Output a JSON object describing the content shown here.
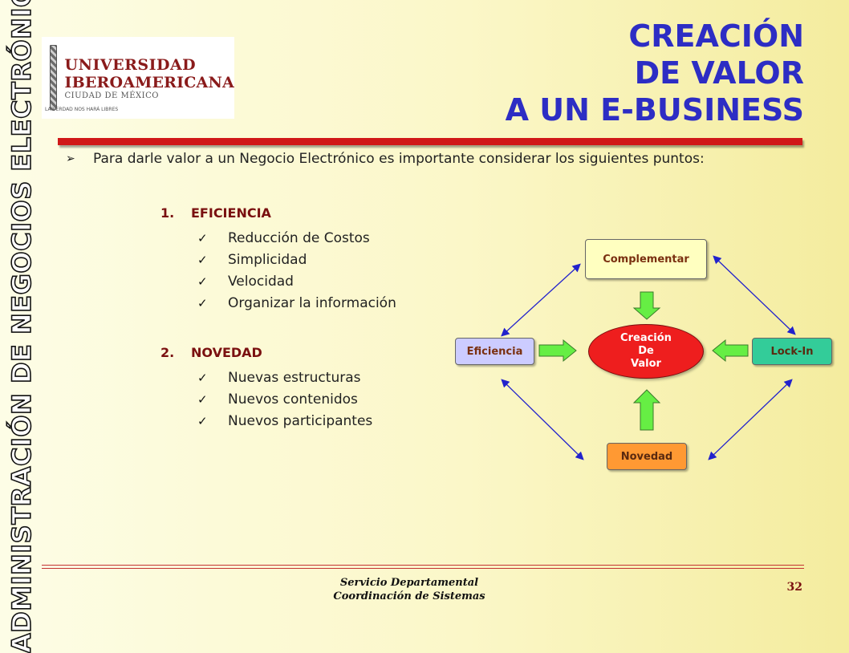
{
  "side_title": "ADMINISTRACIÓN DE NEGOCIOS ELECTRÓNICOS",
  "logo": {
    "line1": "UNIVERSIDAD",
    "line2": "IBEROAMERICANA",
    "line3": "CIUDAD DE MÉXICO",
    "motto": "LA VERDAD NOS HARÁ LIBRES"
  },
  "title": {
    "line1": "CREACIÓN",
    "line2": "DE VALOR",
    "line3": "A UN E-BUSINESS"
  },
  "intro": "Para darle valor a un Negocio Electrónico es importante considerar los siguientes puntos:",
  "sections": [
    {
      "number": "1.",
      "heading": "EFICIENCIA",
      "items": [
        "Reducción de Costos",
        "Simplicidad",
        "Velocidad",
        "Organizar la información"
      ]
    },
    {
      "number": "2.",
      "heading": "NOVEDAD",
      "items": [
        "Nuevas estructuras",
        "Nuevos contenidos",
        "Nuevos participantes"
      ]
    }
  ],
  "diagram": {
    "top": "Complementar",
    "left": "Eficiencia",
    "right": "Lock-In",
    "bottom": "Novedad",
    "center": [
      "Creación",
      "De",
      "Valor"
    ]
  },
  "colors": {
    "title": "#2d2dc4",
    "accent_red": "#d01818",
    "complementar_fill": "#ffffc0",
    "eficiencia_fill": "#ccccff",
    "lockin_fill": "#33cc99",
    "novedad_fill": "#ff9933",
    "center_fill": "#ee1e1e",
    "arrow_green": "#66ee44",
    "connector_blue": "#2222cc"
  },
  "footer": {
    "line1": "Servicio Departamental",
    "line2": "Coordinación de Sistemas",
    "page": "32"
  }
}
